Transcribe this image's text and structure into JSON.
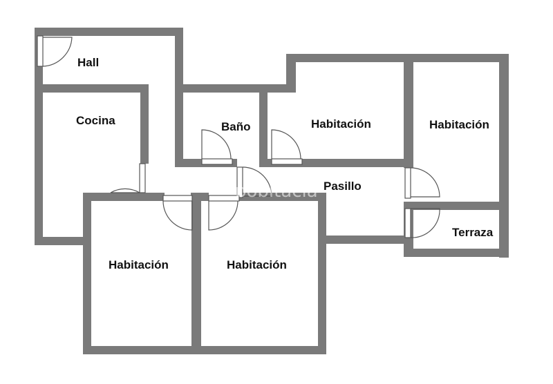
{
  "floor_plan": {
    "rooms": {
      "hall": "Hall",
      "cocina": "Cocina",
      "bano": "Baño",
      "habitacion_1": "Habitación",
      "habitacion_2": "Habitación",
      "pasillo": "Pasillo",
      "terraza": "Terraza",
      "habitacion_3": "Habitación",
      "habitacion_4": "Habitación"
    },
    "watermark": "pobitacia"
  },
  "colors": {
    "wall": "#7a7a7a",
    "floor": "#ffffff",
    "door": "#555555",
    "text": "#111111"
  },
  "icons": [
    "door-swing-icon"
  ]
}
